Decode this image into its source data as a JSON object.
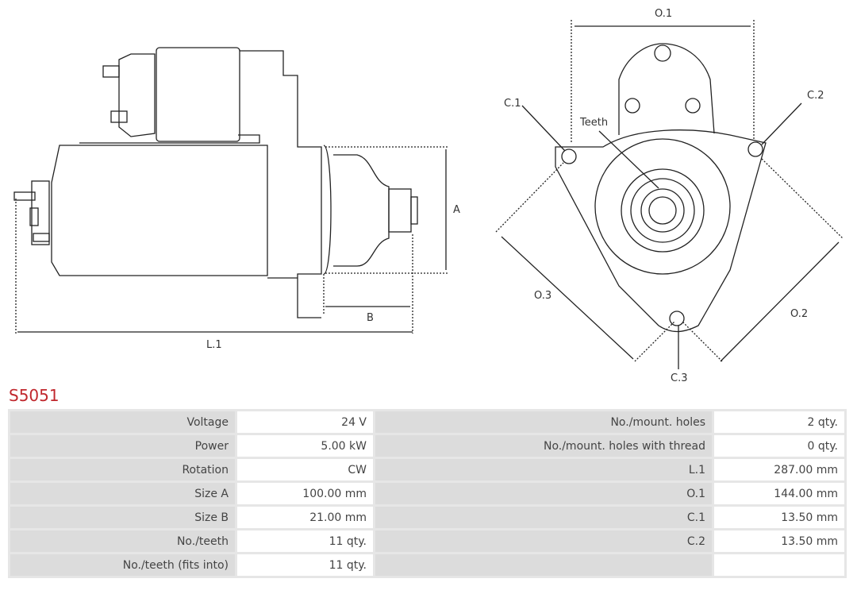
{
  "product_code": "S5051",
  "drawing_labels": {
    "side": {
      "a": "A",
      "b": "B",
      "l1": "L.1"
    },
    "front": {
      "o1": "O.1",
      "o2": "O.2",
      "o3": "O.3",
      "c1": "C.1",
      "c2": "C.2",
      "c3": "C.3",
      "teeth": "Teeth"
    }
  },
  "specs": [
    {
      "label": "Voltage",
      "value": "24 V",
      "label2": "No./mount. holes",
      "value2": "2 qty."
    },
    {
      "label": "Power",
      "value": "5.00 kW",
      "label2": "No./mount. holes with thread",
      "value2": "0 qty."
    },
    {
      "label": "Rotation",
      "value": "CW",
      "label2": "L.1",
      "value2": "287.00 mm"
    },
    {
      "label": "Size A",
      "value": "100.00 mm",
      "label2": "O.1",
      "value2": "144.00 mm"
    },
    {
      "label": "Size B",
      "value": "21.00 mm",
      "label2": "C.1",
      "value2": "13.50 mm"
    },
    {
      "label": "No./teeth",
      "value": "11 qty.",
      "label2": "C.2",
      "value2": "13.50 mm"
    },
    {
      "label": "No./teeth (fits into)",
      "value": "11 qty.",
      "label2": "",
      "value2": ""
    }
  ]
}
